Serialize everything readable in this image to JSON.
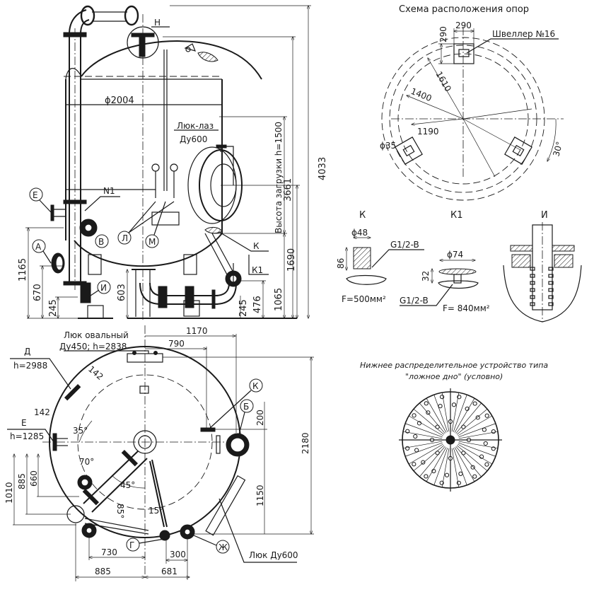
{
  "main_view": {
    "diameter": "ϕ2004",
    "hatch_label": "Люк-лаз",
    "hatch_size": "Ду600",
    "loading_height": "Высота загрузки h=1500",
    "callouts": {
      "N": "Н",
      "N1": "N1",
      "E": "Е",
      "A": "А",
      "V": "В",
      "L": "Л",
      "M": "М",
      "I": "И",
      "K": "К",
      "K1": "К1"
    },
    "dims": {
      "d4033": "4033",
      "d3661": "3661",
      "d1690": "1690",
      "d1065": "1065",
      "d476": "476",
      "d245r": "245",
      "d603": "603",
      "d1165": "1165",
      "d670": "670",
      "d245l": "245"
    }
  },
  "supports_scheme": {
    "title": "Схема расположения опор",
    "channel_label": "Швеллер №16",
    "dims": {
      "w290": "290",
      "h290": "290",
      "d1610": "1610",
      "d1400": "1400",
      "d1190": "1190",
      "d35": "ϕ35",
      "angle30": "30°"
    }
  },
  "details": {
    "K": {
      "title": "К",
      "diameter": "ϕ48",
      "height": "86",
      "thread": "G1/2-B",
      "area": "F=500мм²"
    },
    "K1": {
      "title": "К1",
      "diameter": "ϕ74",
      "height": "32",
      "thread": "G1/2-B",
      "area": "F= 840мм²"
    },
    "I": {
      "title": "И"
    }
  },
  "distributor": {
    "caption_line1": "Нижнее распределительное устройство типа",
    "caption_line2": "\"ложное дно\" (условно)"
  },
  "plan_view": {
    "oval_hatch_line1": "Люк овальный",
    "oval_hatch_line2": "Ду450; h=2838",
    "D_label": "Д",
    "D_height": "h=2988",
    "E_label": "Е",
    "E_height": "h=1285",
    "hatch600": "Люк Ду600",
    "callouts": {
      "K": "К",
      "B": "Б",
      "G": "Г",
      "Zh": "Ж"
    },
    "angles": {
      "a35": "35°",
      "a70": "70°",
      "a45": "45°",
      "a85": "85°",
      "a15": "15°"
    },
    "dims": {
      "d142a": "142",
      "d142b": "142",
      "d1170": "1170",
      "d790": "790",
      "d200": "200",
      "d2180": "2180",
      "d1150": "1150",
      "d1010": "1010",
      "d885v": "885",
      "d660": "660",
      "d730": "730",
      "d300": "300",
      "d885h": "885",
      "d681": "681"
    }
  }
}
